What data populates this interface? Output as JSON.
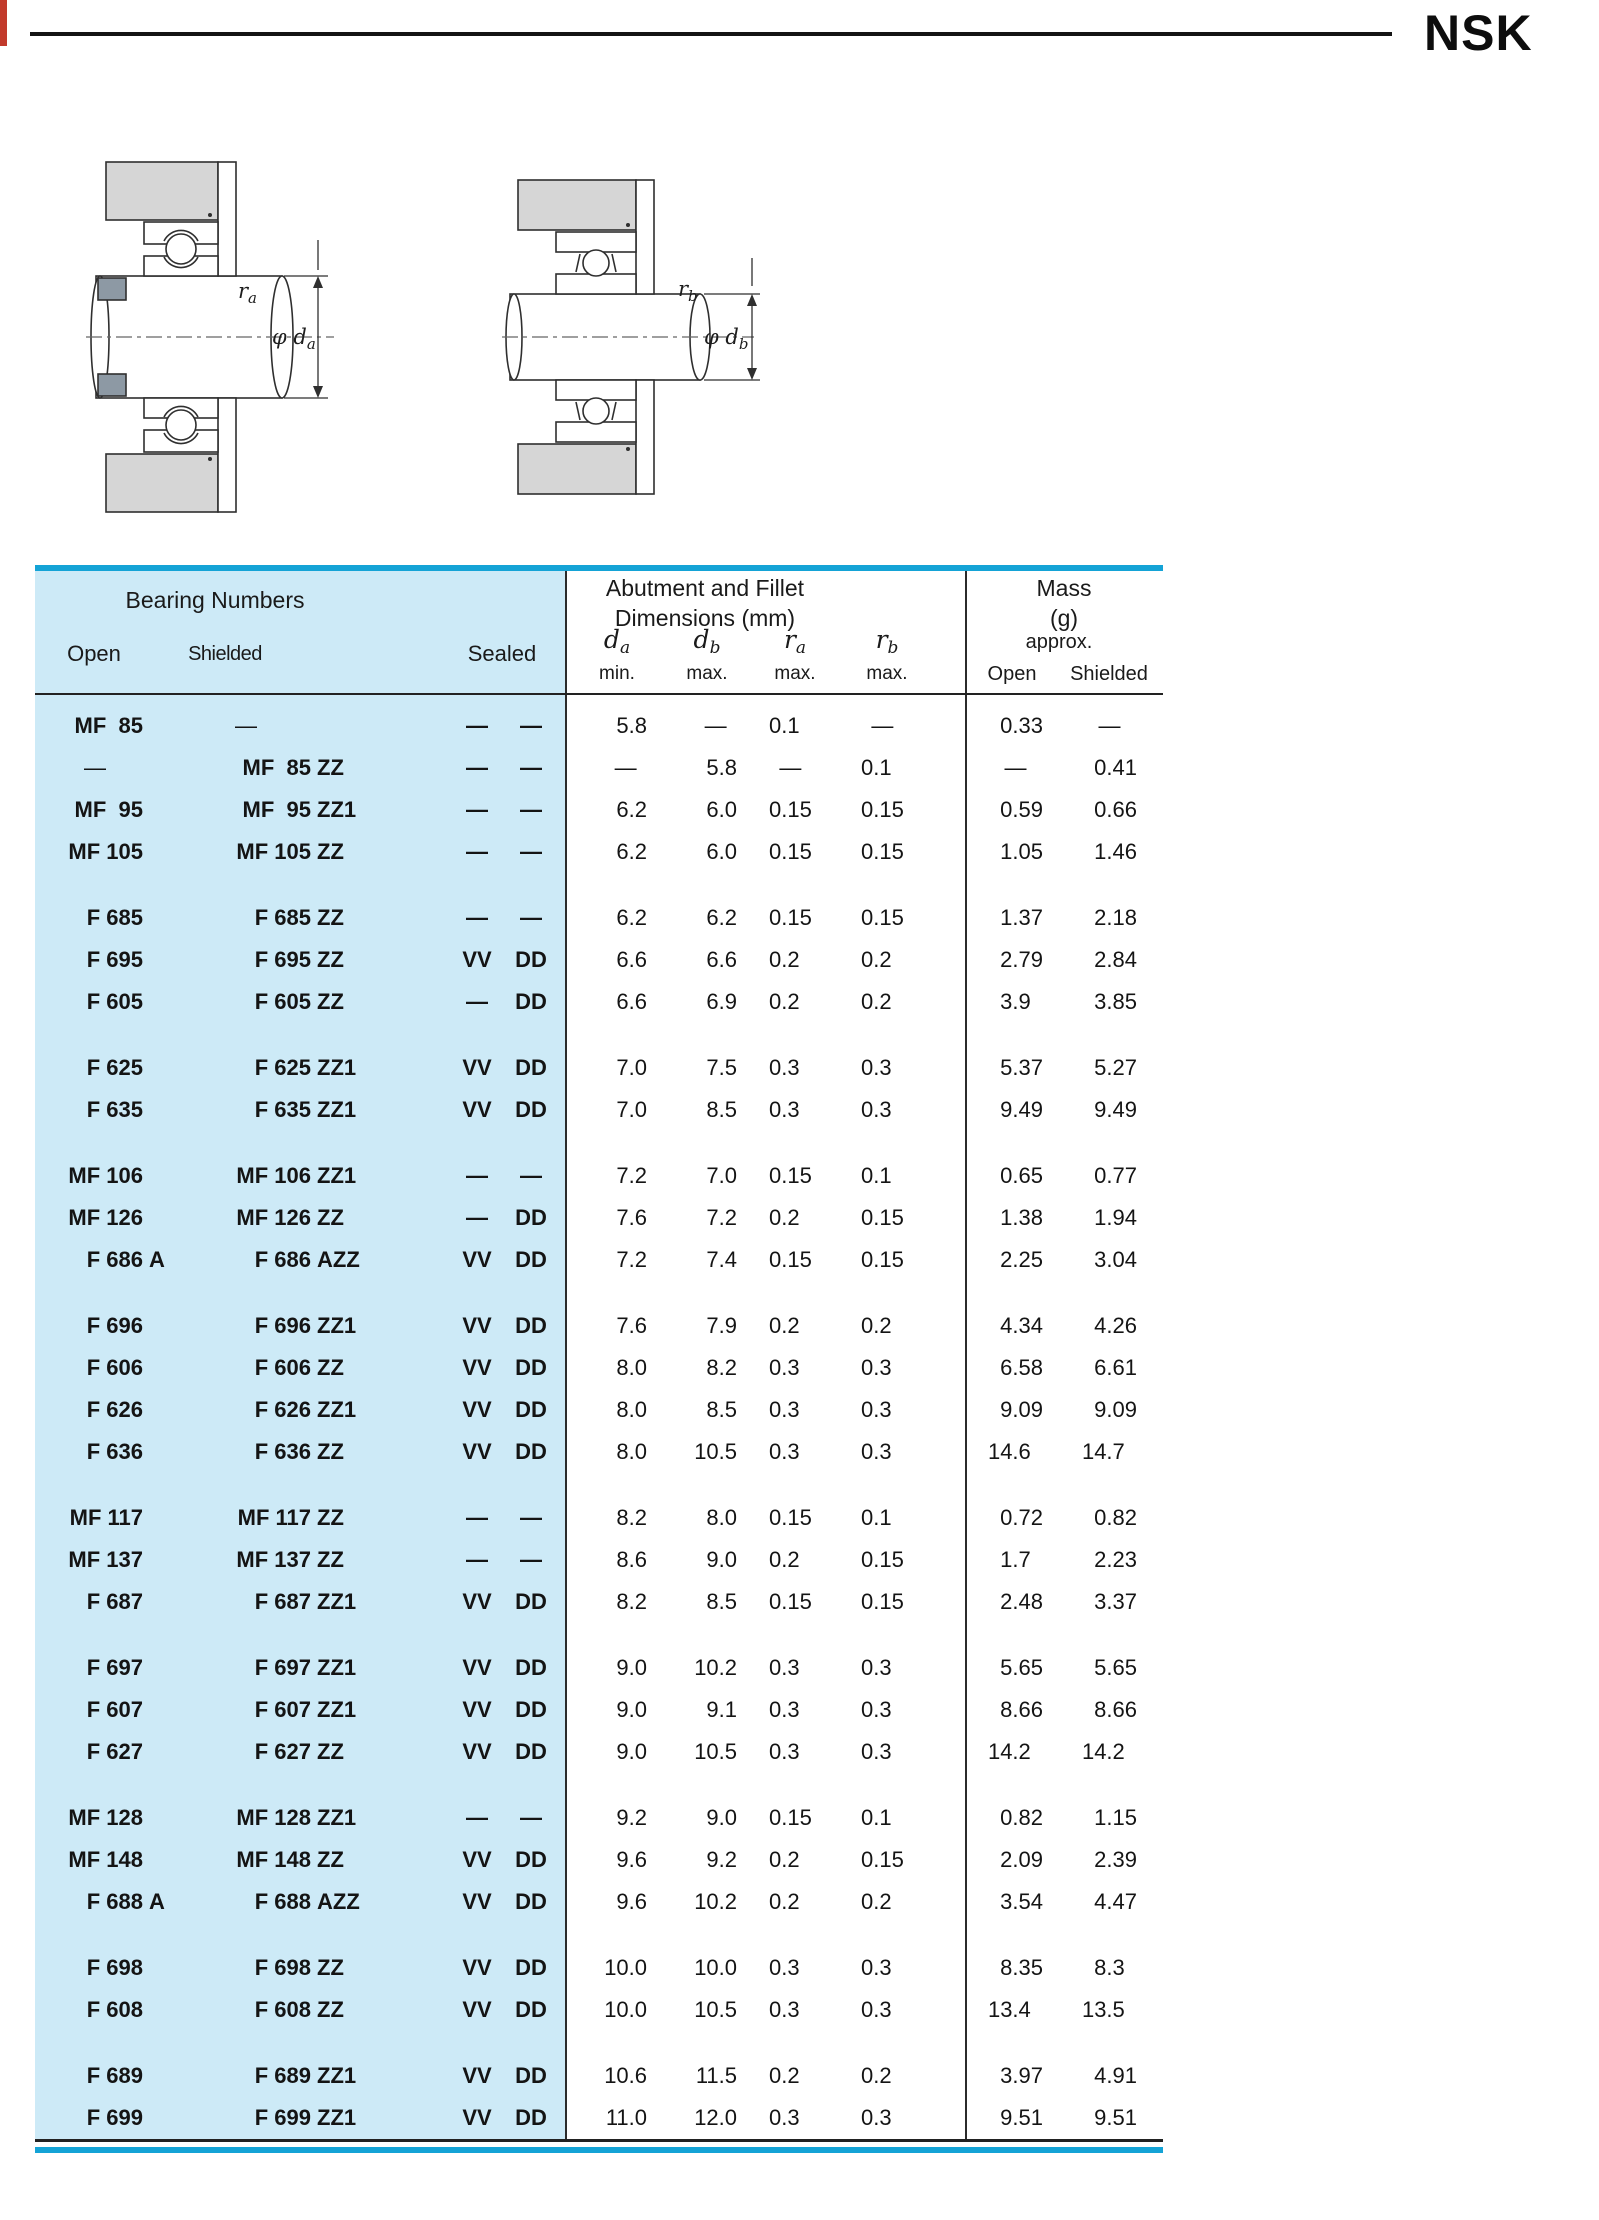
{
  "brand": "NSK",
  "figures": {
    "a": {
      "r": "r",
      "r_sub": "a",
      "phi_d": "φ d",
      "d_sub": "a"
    },
    "b": {
      "r": "r",
      "r_sub": "b",
      "phi_d": "φ d",
      "d_sub": "b"
    }
  },
  "table": {
    "headers": {
      "bearing_numbers": "Bearing Numbers",
      "abutment_line1": "Abutment and Fillet",
      "abutment_line2": "Dimensions (mm)",
      "mass": "Mass",
      "mass_unit": "(g)",
      "open": "Open",
      "shielded": "Shielded",
      "sealed": "Sealed",
      "approx": "approx.",
      "mass_open": "Open",
      "mass_shielded": "Shielded",
      "dim_cols": [
        {
          "sym": "d",
          "sub": "a",
          "qual": "min."
        },
        {
          "sym": "d",
          "sub": "b",
          "qual": "max."
        },
        {
          "sym": "r",
          "sub": "a",
          "qual": "max."
        },
        {
          "sym": "r",
          "sub": "b",
          "qual": "max."
        }
      ]
    },
    "groups": [
      {
        "rows": [
          [
            "MF  85",
            "",
            "—",
            "",
            "—",
            "—",
            "5.8",
            "—",
            "0.1",
            "—",
            "0.33",
            "—"
          ],
          [
            "—",
            "",
            "MF  85",
            "ZZ",
            "—",
            "—",
            "—",
            "5.8",
            "—",
            "0.1",
            "—",
            "0.41"
          ],
          [
            "MF  95",
            "",
            "MF  95",
            "ZZ1",
            "—",
            "—",
            "6.2",
            "6.0",
            "0.15",
            "0.15",
            "0.59",
            "0.66"
          ],
          [
            "MF 105",
            "",
            "MF 105",
            "ZZ",
            "—",
            "—",
            "6.2",
            "6.0",
            "0.15",
            "0.15",
            "1.05",
            "1.46"
          ]
        ]
      },
      {
        "rows": [
          [
            "F 685",
            "",
            "F 685",
            "ZZ",
            "—",
            "—",
            "6.2",
            "6.2",
            "0.15",
            "0.15",
            "1.37",
            "2.18"
          ],
          [
            "F 695",
            "",
            "F 695",
            "ZZ",
            "VV",
            "DD",
            "6.6",
            "6.6",
            "0.2",
            "0.2",
            "2.79",
            "2.84"
          ],
          [
            "F 605",
            "",
            "F 605",
            "ZZ",
            "—",
            "DD",
            "6.6",
            "6.9",
            "0.2",
            "0.2",
            "3.9",
            "3.85"
          ]
        ]
      },
      {
        "rows": [
          [
            "F 625",
            "",
            "F 625",
            "ZZ1",
            "VV",
            "DD",
            "7.0",
            "7.5",
            "0.3",
            "0.3",
            "5.37",
            "5.27"
          ],
          [
            "F 635",
            "",
            "F 635",
            "ZZ1",
            "VV",
            "DD",
            "7.0",
            "8.5",
            "0.3",
            "0.3",
            "9.49",
            "9.49"
          ]
        ]
      },
      {
        "rows": [
          [
            "MF 106",
            "",
            "MF 106",
            "ZZ1",
            "—",
            "—",
            "7.2",
            "7.0",
            "0.15",
            "0.1",
            "0.65",
            "0.77"
          ],
          [
            "MF 126",
            "",
            "MF 126",
            "ZZ",
            "—",
            "DD",
            "7.6",
            "7.2",
            "0.2",
            "0.15",
            "1.38",
            "1.94"
          ],
          [
            "F 686",
            "A",
            "F 686",
            "AZZ",
            "VV",
            "DD",
            "7.2",
            "7.4",
            "0.15",
            "0.15",
            "2.25",
            "3.04"
          ]
        ]
      },
      {
        "rows": [
          [
            "F 696",
            "",
            "F 696",
            "ZZ1",
            "VV",
            "DD",
            "7.6",
            "7.9",
            "0.2",
            "0.2",
            "4.34",
            "4.26"
          ],
          [
            "F 606",
            "",
            "F 606",
            "ZZ",
            "VV",
            "DD",
            "8.0",
            "8.2",
            "0.3",
            "0.3",
            "6.58",
            "6.61"
          ],
          [
            "F 626",
            "",
            "F 626",
            "ZZ1",
            "VV",
            "DD",
            "8.0",
            "8.5",
            "0.3",
            "0.3",
            "9.09",
            "9.09"
          ],
          [
            "F 636",
            "",
            "F 636",
            "ZZ",
            "VV",
            "DD",
            "8.0",
            "10.5",
            "0.3",
            "0.3",
            "14.6",
            "14.7"
          ]
        ]
      },
      {
        "rows": [
          [
            "MF 117",
            "",
            "MF 117",
            "ZZ",
            "—",
            "—",
            "8.2",
            "8.0",
            "0.15",
            "0.1",
            "0.72",
            "0.82"
          ],
          [
            "MF 137",
            "",
            "MF 137",
            "ZZ",
            "—",
            "—",
            "8.6",
            "9.0",
            "0.2",
            "0.15",
            "1.7",
            "2.23"
          ],
          [
            "F 687",
            "",
            "F 687",
            "ZZ1",
            "VV",
            "DD",
            "8.2",
            "8.5",
            "0.15",
            "0.15",
            "2.48",
            "3.37"
          ]
        ]
      },
      {
        "rows": [
          [
            "F 697",
            "",
            "F 697",
            "ZZ1",
            "VV",
            "DD",
            "9.0",
            "10.2",
            "0.3",
            "0.3",
            "5.65",
            "5.65"
          ],
          [
            "F 607",
            "",
            "F 607",
            "ZZ1",
            "VV",
            "DD",
            "9.0",
            "9.1",
            "0.3",
            "0.3",
            "8.66",
            "8.66"
          ],
          [
            "F 627",
            "",
            "F 627",
            "ZZ",
            "VV",
            "DD",
            "9.0",
            "10.5",
            "0.3",
            "0.3",
            "14.2",
            "14.2"
          ]
        ]
      },
      {
        "rows": [
          [
            "MF 128",
            "",
            "MF 128",
            "ZZ1",
            "—",
            "—",
            "9.2",
            "9.0",
            "0.15",
            "0.1",
            "0.82",
            "1.15"
          ],
          [
            "MF 148",
            "",
            "MF 148",
            "ZZ",
            "VV",
            "DD",
            "9.6",
            "9.2",
            "0.2",
            "0.15",
            "2.09",
            "2.39"
          ],
          [
            "F 688",
            "A",
            "F 688",
            "AZZ",
            "VV",
            "DD",
            "9.6",
            "10.2",
            "0.2",
            "0.2",
            "3.54",
            "4.47"
          ]
        ]
      },
      {
        "rows": [
          [
            "F 698",
            "",
            "F 698",
            "ZZ",
            "VV",
            "DD",
            "10.0",
            "10.0",
            "0.3",
            "0.3",
            "8.35",
            "8.3"
          ],
          [
            "F 608",
            "",
            "F 608",
            "ZZ",
            "VV",
            "DD",
            "10.0",
            "10.5",
            "0.3",
            "0.3",
            "13.4",
            "13.5"
          ]
        ]
      },
      {
        "rows": [
          [
            "F 689",
            "",
            "F 689",
            "ZZ1",
            "VV",
            "DD",
            "10.6",
            "11.5",
            "0.2",
            "0.2",
            "3.97",
            "4.91"
          ],
          [
            "F 699",
            "",
            "F 699",
            "ZZ1",
            "VV",
            "DD",
            "11.0",
            "12.0",
            "0.3",
            "0.3",
            "9.51",
            "9.51"
          ]
        ]
      }
    ]
  }
}
